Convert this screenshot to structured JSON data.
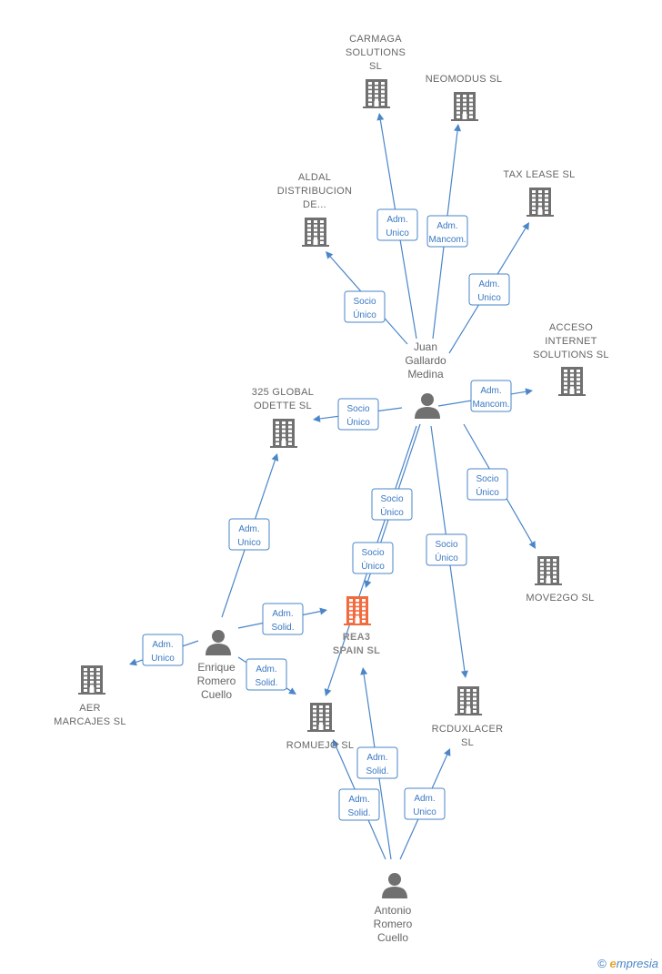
{
  "colors": {
    "node": "#707070",
    "main_node": "#f26a3d",
    "edge": "#4a86c8",
    "edge_text": "#3a78c2",
    "label": "#666666"
  },
  "nodes": [
    {
      "id": "carmaga",
      "kind": "company",
      "lines": [
        "CARMAGA",
        "SOLUTIONS",
        "SL"
      ]
    },
    {
      "id": "neomodus",
      "kind": "company",
      "lines": [
        "NEOMODUS SL"
      ]
    },
    {
      "id": "aldal",
      "kind": "company",
      "lines": [
        "ALDAL",
        "DISTRIBUCION",
        "DE..."
      ]
    },
    {
      "id": "taxlease",
      "kind": "company",
      "lines": [
        "TAX LEASE  SL"
      ]
    },
    {
      "id": "acceso",
      "kind": "company",
      "lines": [
        "ACCESO",
        "INTERNET",
        "SOLUTIONS SL"
      ]
    },
    {
      "id": "juan",
      "kind": "person",
      "lines": [
        "Juan",
        "Gallardo",
        "Medina"
      ]
    },
    {
      "id": "global325",
      "kind": "company",
      "lines": [
        "325 GLOBAL",
        "ODETTE  SL"
      ]
    },
    {
      "id": "move2go",
      "kind": "company",
      "lines": [
        "MOVE2GO  SL"
      ]
    },
    {
      "id": "rea3",
      "kind": "main",
      "lines": [
        "REA3",
        "SPAIN  SL"
      ]
    },
    {
      "id": "enrique",
      "kind": "person",
      "lines": [
        "Enrique",
        "Romero",
        "Cuello"
      ]
    },
    {
      "id": "aer",
      "kind": "company",
      "lines": [
        "AER",
        "MARCAJES  SL"
      ]
    },
    {
      "id": "romuejo",
      "kind": "company",
      "lines": [
        "ROMUEJO  SL"
      ]
    },
    {
      "id": "rcduxlacer",
      "kind": "company",
      "lines": [
        "RCDUXLACER",
        "SL"
      ]
    },
    {
      "id": "antonio",
      "kind": "person",
      "lines": [
        "Antonio",
        "Romero",
        "Cuello"
      ]
    }
  ],
  "edges": [
    {
      "from": "juan",
      "to": "carmaga",
      "label": [
        "Adm.",
        "Unico"
      ]
    },
    {
      "from": "juan",
      "to": "neomodus",
      "label": [
        "Adm.",
        "Mancom."
      ]
    },
    {
      "from": "juan",
      "to": "aldal",
      "label": [
        "Socio",
        "Único"
      ]
    },
    {
      "from": "juan",
      "to": "taxlease",
      "label": [
        "Adm.",
        "Unico"
      ]
    },
    {
      "from": "juan",
      "to": "acceso",
      "label": [
        "Adm.",
        "Mancom."
      ]
    },
    {
      "from": "juan",
      "to": "global325",
      "label": [
        "Socio",
        "Único"
      ]
    },
    {
      "from": "juan",
      "to": "move2go",
      "label": [
        "Socio",
        "Único"
      ]
    },
    {
      "from": "juan",
      "to": "rea3",
      "label": [
        "Socio",
        "Único"
      ]
    },
    {
      "from": "juan",
      "to": "romuejo",
      "label": [
        "Socio",
        "Único"
      ]
    },
    {
      "from": "juan",
      "to": "rcduxlacer",
      "label": [
        "Socio",
        "Único"
      ]
    },
    {
      "from": "enrique",
      "to": "global325",
      "label": [
        "Adm.",
        "Unico"
      ]
    },
    {
      "from": "enrique",
      "to": "rea3",
      "label": [
        "Adm.",
        "Solid."
      ]
    },
    {
      "from": "enrique",
      "to": "aer",
      "label": [
        "Adm.",
        "Unico"
      ]
    },
    {
      "from": "enrique",
      "to": "romuejo",
      "label": [
        "Adm.",
        "Solid."
      ]
    },
    {
      "from": "antonio",
      "to": "romuejo",
      "label": [
        "Adm.",
        "Solid."
      ]
    },
    {
      "from": "antonio",
      "to": "rea3",
      "label": [
        "Adm.",
        "Solid."
      ]
    },
    {
      "from": "antonio",
      "to": "rcduxlacer",
      "label": [
        "Adm.",
        "Unico"
      ]
    }
  ],
  "footer": {
    "copyright": "©",
    "brand_e": "e",
    "brand_rest": "mpresia"
  }
}
